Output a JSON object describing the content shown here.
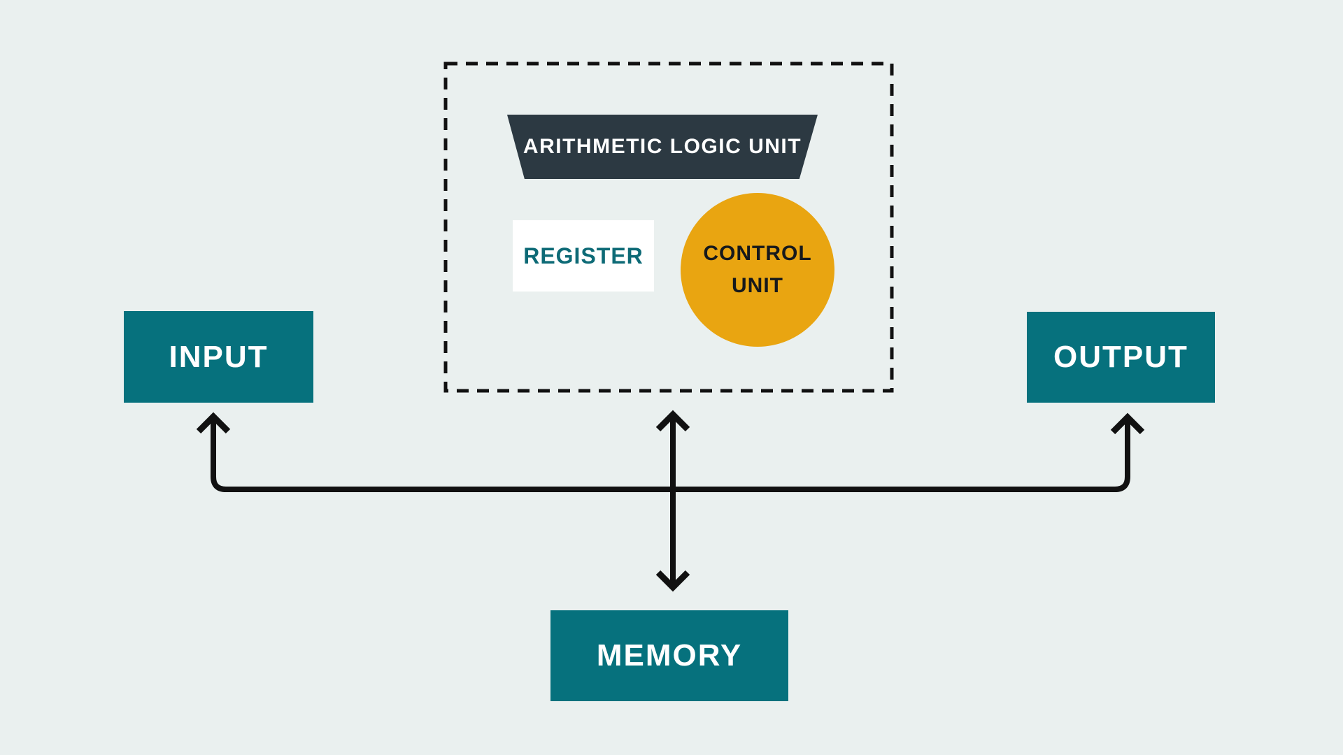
{
  "colors": {
    "background": "#eaf0ef",
    "teal": "#06717d",
    "teal-text": "#0d6a76",
    "dark-slate": "#2c3942",
    "amber": "#e9a511",
    "label-light": "#ffffff",
    "control-text": "#16191c",
    "arrow": "#111111"
  },
  "cpu": {
    "alu_label": "ARITHMETIC LOGIC UNIT",
    "register_label": "REGISTER",
    "control_unit_lines": [
      "CONTROL",
      "UNIT"
    ]
  },
  "nodes": {
    "input_label": "INPUT",
    "output_label": "OUTPUT",
    "memory_label": "MEMORY"
  }
}
